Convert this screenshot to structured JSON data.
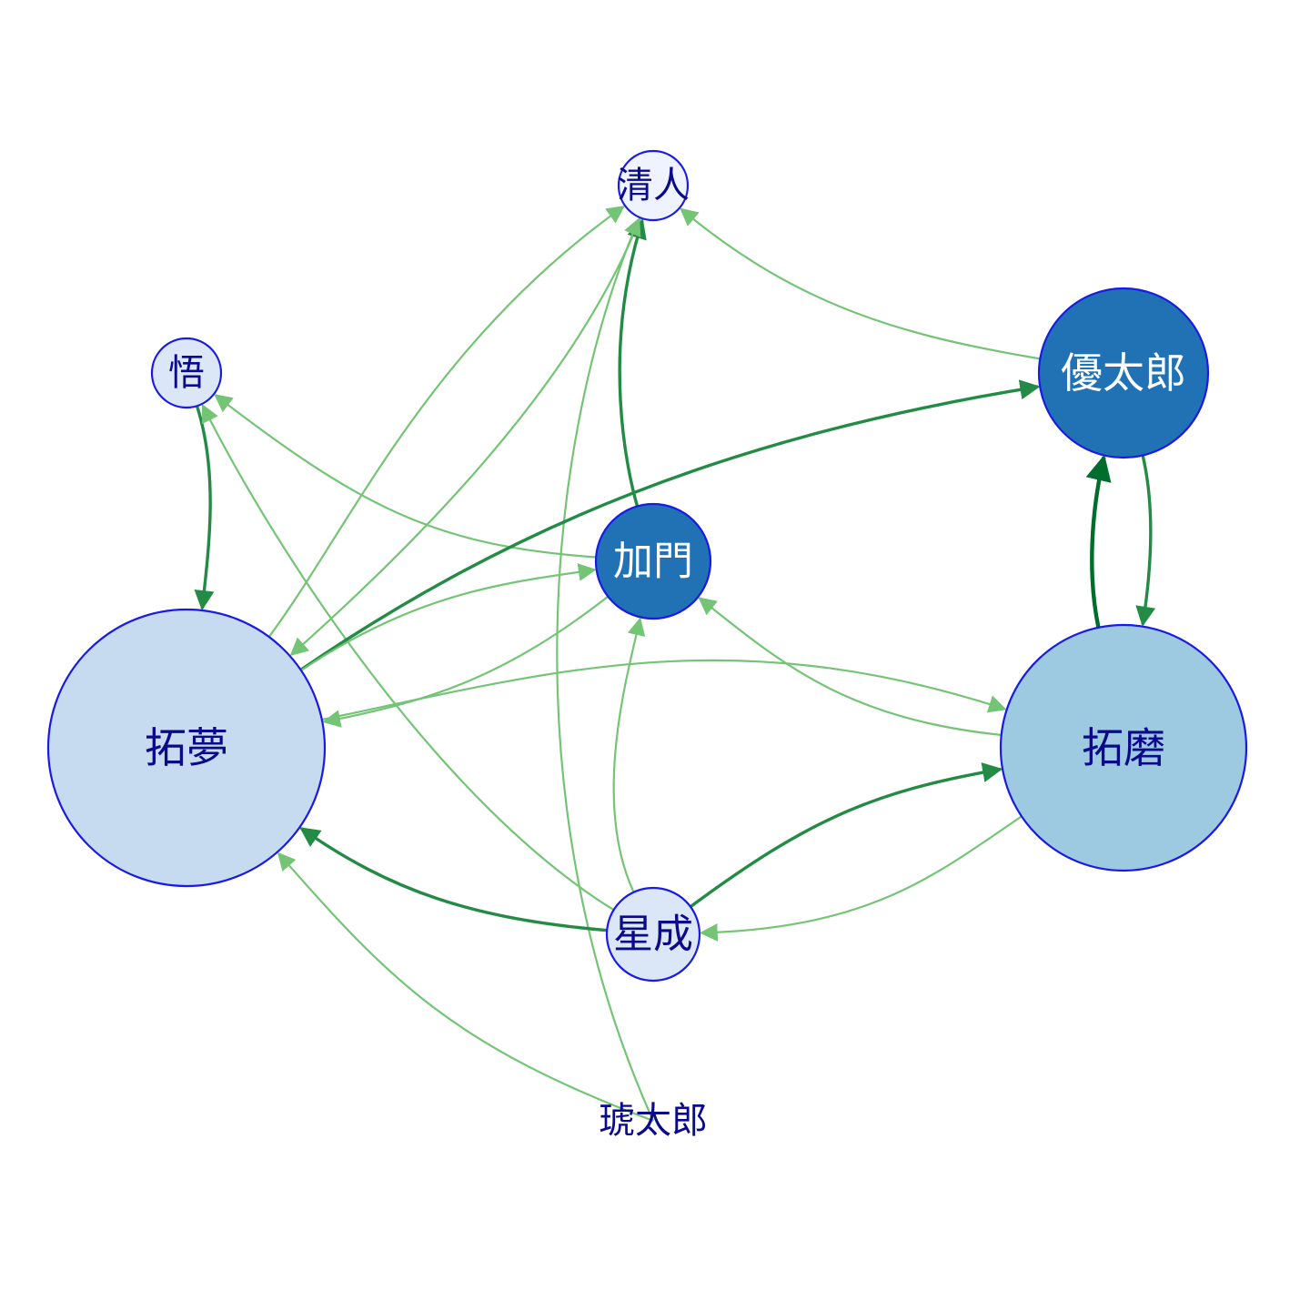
{
  "colors": {
    "node_stroke": "#1a1ae6",
    "dark_label": "#0a0a8a",
    "light_label": "#ffffff",
    "edge_light": "#74c476",
    "edge_mid": "#41a65a",
    "edge_dark": "#238b45",
    "edge_darkest": "#006d2c"
  },
  "nodes": [
    {
      "id": "kiyoto",
      "label": "清人",
      "fill": "#eff3ff",
      "text_color": "dark"
    },
    {
      "id": "satoru",
      "label": "悟",
      "fill": "#dbe7f6",
      "text_color": "dark"
    },
    {
      "id": "yutaro",
      "label": "優太郎",
      "fill": "#2171b5",
      "text_color": "light"
    },
    {
      "id": "kamon",
      "label": "加門",
      "fill": "#2171b5",
      "text_color": "light"
    },
    {
      "id": "takumu",
      "label": "拓夢",
      "fill": "#c6dbef",
      "text_color": "dark"
    },
    {
      "id": "takuma",
      "label": "拓磨",
      "fill": "#9ecae1",
      "text_color": "dark"
    },
    {
      "id": "seina",
      "label": "星成",
      "fill": "#dbe7f6",
      "text_color": "dark"
    },
    {
      "id": "kotaro",
      "label": "琥太郎",
      "fill": "#ffffff",
      "text_color": "dark"
    }
  ],
  "edges": [
    {
      "from": "takumu",
      "to": "kiyoto",
      "weight": "light"
    },
    {
      "from": "kiyoto",
      "to": "takumu",
      "weight": "light"
    },
    {
      "from": "kamon",
      "to": "kiyoto",
      "weight": "mid"
    },
    {
      "from": "yutaro",
      "to": "kiyoto",
      "weight": "light"
    },
    {
      "from": "kotaro",
      "to": "kiyoto",
      "weight": "light"
    },
    {
      "from": "satoru",
      "to": "takumu",
      "weight": "mid"
    },
    {
      "from": "kamon",
      "to": "satoru",
      "weight": "light"
    },
    {
      "from": "seina",
      "to": "satoru",
      "weight": "light"
    },
    {
      "from": "takumu",
      "to": "yutaro",
      "weight": "mid"
    },
    {
      "from": "yutaro",
      "to": "takuma",
      "weight": "mid"
    },
    {
      "from": "takuma",
      "to": "yutaro",
      "weight": "dark"
    },
    {
      "from": "takumu",
      "to": "kamon",
      "weight": "light"
    },
    {
      "from": "kamon",
      "to": "takumu",
      "weight": "light"
    },
    {
      "from": "takuma",
      "to": "kamon",
      "weight": "light"
    },
    {
      "from": "seina",
      "to": "kamon",
      "weight": "light"
    },
    {
      "from": "takumu",
      "to": "takuma",
      "weight": "light"
    },
    {
      "from": "seina",
      "to": "takumu",
      "weight": "mid"
    },
    {
      "from": "kotaro",
      "to": "takumu",
      "weight": "light"
    },
    {
      "from": "seina",
      "to": "takuma",
      "weight": "mid"
    },
    {
      "from": "takuma",
      "to": "seina",
      "weight": "light"
    }
  ]
}
